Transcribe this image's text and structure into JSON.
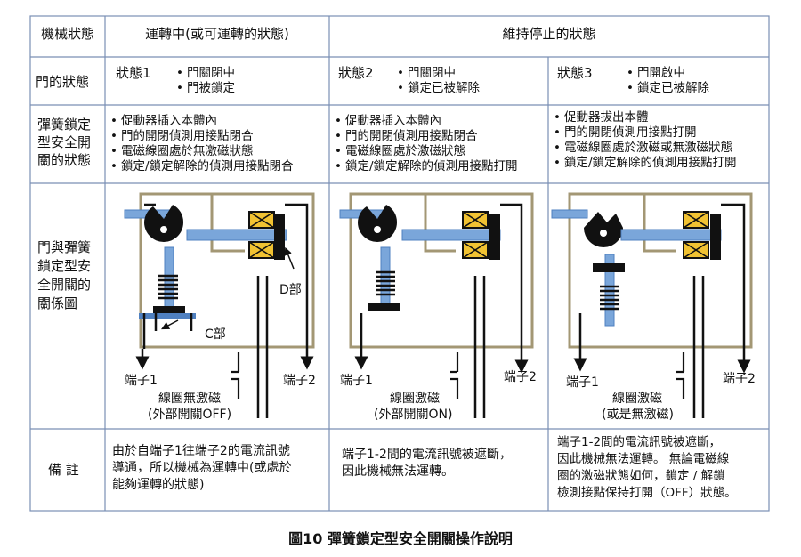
{
  "header": {
    "row_title": "機械狀態",
    "running": "運轉中(或可運轉的狀態)",
    "stopped": "維持停止的狀態"
  },
  "rows": {
    "door": "門的狀態",
    "switch": [
      "彈簧鎖定",
      "型安全開",
      "關的狀態"
    ],
    "relation": [
      "門與彈簧",
      "鎖定型安",
      "全開關的",
      "關係圖"
    ],
    "remarks": "備 註"
  },
  "states": [
    {
      "title": "狀態1",
      "door": [
        "門關閉中",
        "門被鎖定"
      ],
      "switch": [
        "促動器插入本體內",
        "門的開閉偵測用接點閉合",
        "電磁線圈處於無激磁狀態",
        "鎖定/鎖定解除的偵測用接點閉合"
      ],
      "diagram": {
        "terminal1": "端子1",
        "terminal2": "端子2",
        "coil": "線圈無激磁",
        "external": "(外部開關OFF)",
        "part_c": "C部",
        "part_d": "D部"
      },
      "remarks": [
        "由於自端子1往端子2的電流訊號",
        "導通，所以機械為運轉中(或處於",
        "能夠運轉的狀態)"
      ]
    },
    {
      "title": "狀態2",
      "door": [
        "門關閉中",
        "鎖定已被解除"
      ],
      "switch": [
        "促動器插入本體內",
        "門的開閉偵測用接點閉合",
        "電磁線圈處於激磁狀態",
        "鎖定/鎖定解除的偵測用接點打開"
      ],
      "diagram": {
        "terminal1": "端子1",
        "terminal2": "端子2",
        "coil": "線圈激磁",
        "external": "(外部開關ON)"
      },
      "remarks": [
        "端子1-2間的電流訊號被遮斷，",
        "因此機械無法運轉。"
      ]
    },
    {
      "title": "狀態3",
      "door": [
        "門開啟中",
        "鎖定已被解除"
      ],
      "switch": [
        "促動器拔出本體",
        "門的開閉偵測用接點打開",
        "電磁線圈處於激磁或無激磁狀態",
        "鎖定/鎖定解除的偵測用接點打開"
      ],
      "diagram": {
        "terminal1": "端子1",
        "terminal2": "端子2",
        "coil": "線圈激磁",
        "external": "(或是無激磁)"
      },
      "remarks": [
        "端子1-2間的電流訊號被遮斷，",
        "因此機械無法運轉。 無論電磁線",
        "圈的激磁狀態如何，鎖定 / 解鎖",
        "檢測接點保持打開（OFF）狀態。"
      ]
    }
  ],
  "caption": "圖10  彈簧鎖定型安全開關操作說明",
  "colors": {
    "grid": "#7a8fb5",
    "frame": "#a39774",
    "actuator": "#4f80c0",
    "coil": "#f1c232",
    "spring": "#1a1a1a"
  }
}
